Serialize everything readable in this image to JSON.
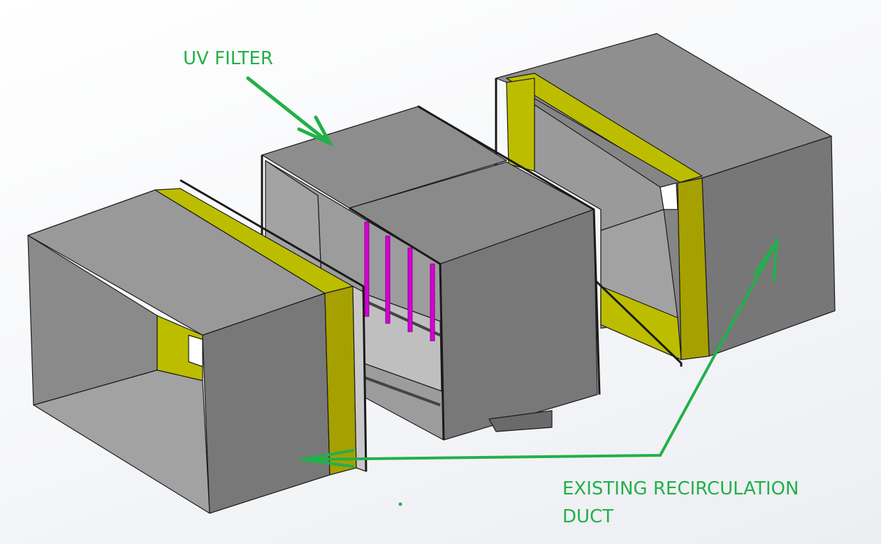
{
  "labels": {
    "uv_filter": "UV FILTER",
    "existing_duct_line1": "EXISTING RECIRCULATION",
    "existing_duct_line2": "DUCT"
  },
  "colors": {
    "annotation": "#22b04a",
    "duct_gray": "#8e8e8e",
    "duct_dark": "#787878",
    "insulation_yellow": "#bfbf00",
    "uv_lamp": "#d400d4"
  }
}
